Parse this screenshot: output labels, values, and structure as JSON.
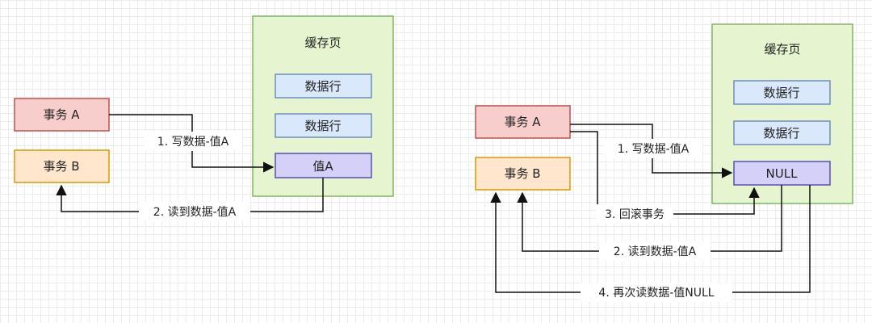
{
  "left": {
    "tx_a": "事务 A",
    "tx_b": "事务 B",
    "cache_title": "缓存页",
    "rows": [
      "数据行",
      "数据行",
      "值A"
    ],
    "edges": [
      "1. 写数据-值A",
      "2. 读到数据-值A"
    ]
  },
  "right": {
    "tx_a": "事务 A",
    "tx_b": "事务 B",
    "cache_title": "缓存页",
    "rows": [
      "数据行",
      "数据行",
      "NULL"
    ],
    "edges": [
      "1. 写数据-值A",
      "3. 回滚事务",
      "2. 读到数据-值A",
      "4. 再次读数据-值NULL"
    ]
  },
  "colors": {
    "tx_a_fill": "#f8cecc",
    "tx_a_stroke": "#b85450",
    "tx_b_fill": "#ffe6cc",
    "tx_b_stroke": "#d79b00",
    "cache_fill": "#e6f5d0",
    "cache_stroke": "#82b366",
    "row_fill": "#dae8fc",
    "row_stroke": "#6c8ebf",
    "target_fill": "#d4d0f8",
    "target_stroke": "#5a4fb0"
  }
}
